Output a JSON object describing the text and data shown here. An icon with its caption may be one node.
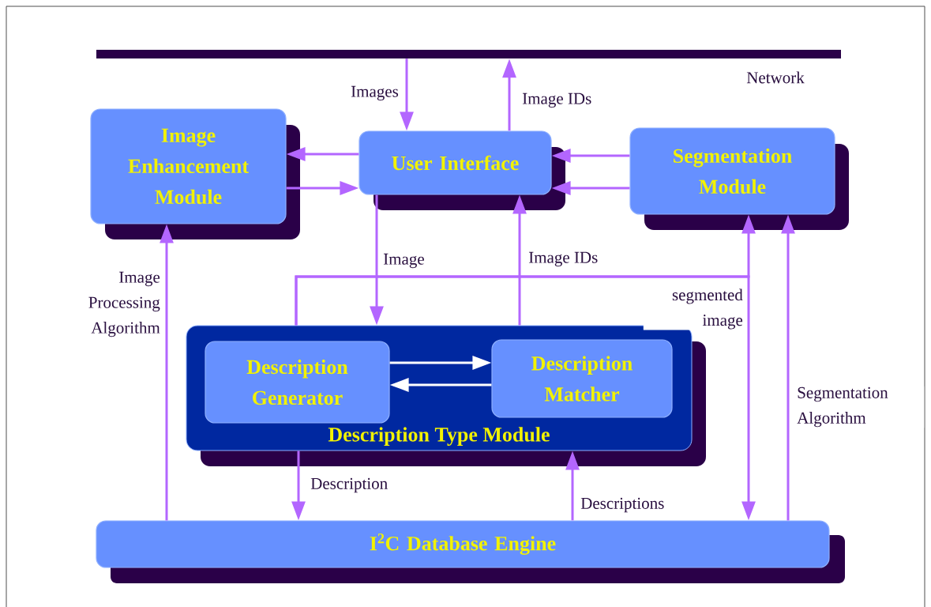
{
  "diagram": {
    "nodes": [
      {
        "text": [],
        "shape": "bar",
        "beside": [
          "Network"
        ]
      },
      {
        "text": [
          "Image Enhancement Module"
        ]
      },
      {
        "text": [
          "User Interface"
        ]
      },
      {
        "text": [
          "Segmentation Module"
        ]
      },
      {
        "text": [
          "Description Type Module"
        ]
      },
      {
        "text": [
          "Description Generator"
        ],
        "in": 4
      },
      {
        "text": [
          "Description Matcher"
        ],
        "in": 4
      },
      {
        "text": [
          "I$^{2}$C Database Engine"
        ]
      }
    ],
    "edges": [
      {
        "from": 0,
        "to": 2,
        "arrow": "to",
        "label": "Images"
      },
      {
        "from": 2,
        "to": 0,
        "arrow": "to",
        "label": "Image IDs"
      },
      {
        "from": 2,
        "to": 1,
        "arrow": "to"
      },
      {
        "from": 1,
        "to": 2,
        "arrow": "to"
      },
      {
        "from": 3,
        "to": 2,
        "arrow": "to"
      },
      {
        "from": 3,
        "to": 2,
        "arrow": "to"
      },
      {
        "from": 2,
        "to": 4,
        "arrow": "to",
        "label": "Image"
      },
      {
        "from": 4,
        "to": 2,
        "arrow": "to",
        "label": "Image IDs"
      },
      {
        "from": 5,
        "to": 6,
        "arrow": "to",
        "color": "#ffffff"
      },
      {
        "from": 6,
        "to": 5,
        "arrow": "to",
        "color": "#ffffff"
      },
      {
        "from": 4,
        "to": 7,
        "arrow": "to",
        "label": "Description"
      },
      {
        "from": 7,
        "to": 4,
        "arrow": "to",
        "label": "Descriptions"
      },
      {
        "from": 7,
        "to": 1,
        "arrow": "to",
        "label": "Image Processing Algorithm"
      },
      {
        "from": 7,
        "to": 3,
        "arrow": "to",
        "label": "Segmentation Algorithm"
      },
      {
        "from": 4,
        "to": 3,
        "arrow": "to"
      },
      {
        "from": 4,
        "to": 7,
        "arrow": "to",
        "label": "segmented image"
      }
    ]
  }
}
